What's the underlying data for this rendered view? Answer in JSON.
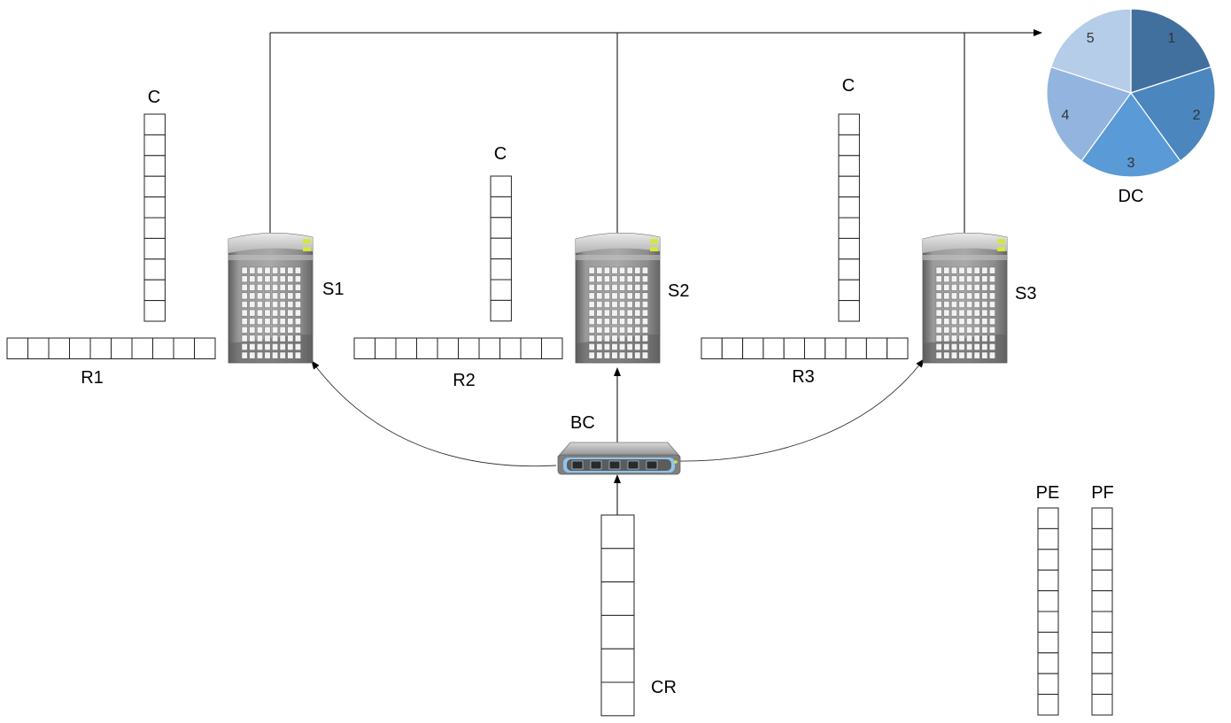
{
  "labels": {
    "c1": "C",
    "c2": "C",
    "c3": "C",
    "r1": "R1",
    "r2": "R2",
    "r3": "R3",
    "s1": "S1",
    "s2": "S2",
    "s3": "S3",
    "bc": "BC",
    "cr": "CR",
    "dc": "DC",
    "pe": "PE",
    "pf": "PF"
  },
  "pie": {
    "slices": [
      {
        "label": "1",
        "color": "#41709f"
      },
      {
        "label": "2",
        "color": "#4b86bf"
      },
      {
        "label": "3",
        "color": "#5a9ad7"
      },
      {
        "label": "4",
        "color": "#92b4df"
      },
      {
        "label": "5",
        "color": "#b6cde9"
      }
    ]
  },
  "colors": {
    "server_body": "#8a8a8a",
    "server_led": "#d6e63c",
    "switch_glow": "#8fc4ee"
  }
}
